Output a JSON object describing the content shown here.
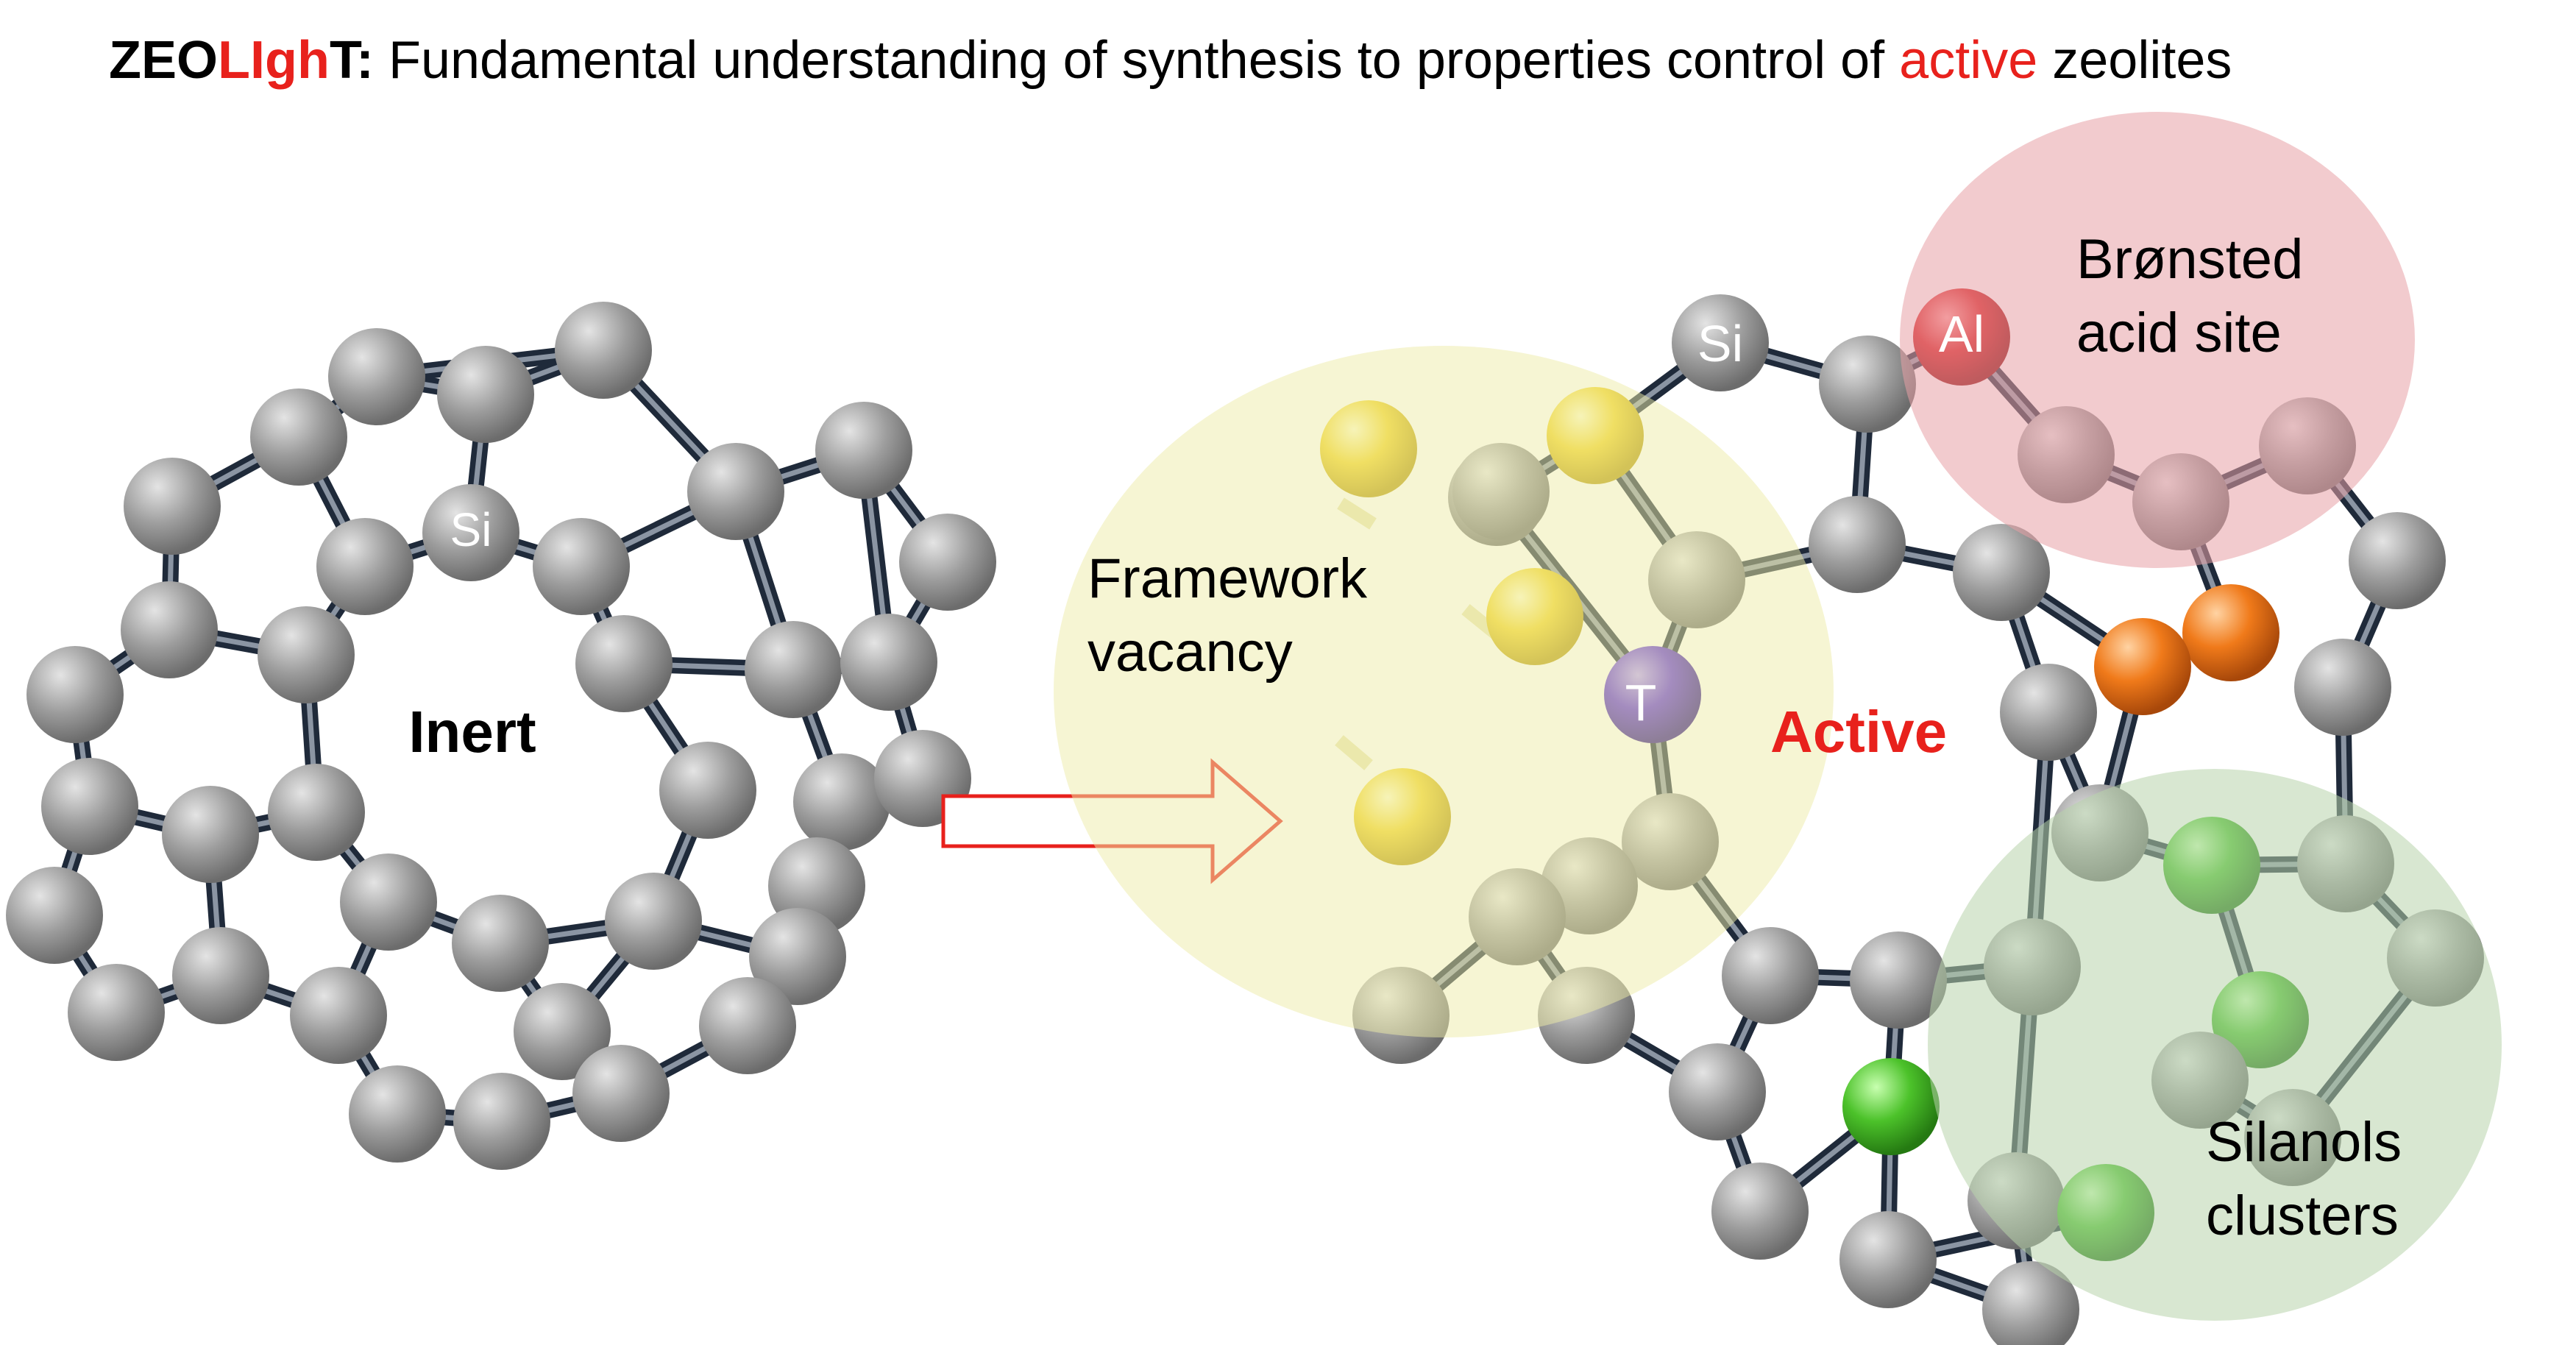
{
  "title": {
    "brand_part1": "ZEO",
    "brand_part2": "LIgh",
    "brand_part3": "T",
    "brand_colon": ":",
    "text_before": " Fundamental understanding of synthesis to properties control of ",
    "highlight": "active",
    "text_after": " zeolites"
  },
  "left_structure": {
    "center_label": "Inert",
    "atom_label": "Si"
  },
  "right_structure": {
    "center_label": "Active",
    "si_label": "Si",
    "al_label": "Al",
    "t_label": "T",
    "regions": {
      "framework_vacancy": {
        "line1": "Framework",
        "line2": "vacancy"
      },
      "bronsted": {
        "line1": "Brønsted",
        "line2": "acid site"
      },
      "silanols": {
        "line1": "Silanols",
        "line2": "clusters"
      }
    }
  },
  "colors": {
    "accent_red": "#e8211c",
    "atom_gray": "#9a9a9a",
    "vacancy_yellow": "#f0d224",
    "aluminum_red": "#d41818",
    "t_atom_purple": "#5a2cd6",
    "acid_orange": "#f07a1a",
    "silanol_green": "#4cc22a",
    "bond_dark": "#1f2a3a",
    "vacancy_region": "#f4f3c6",
    "bronsted_region": "#f0b9bd",
    "silanol_region": "#c9dec0"
  },
  "icons": [
    "arrow-right-icon"
  ]
}
